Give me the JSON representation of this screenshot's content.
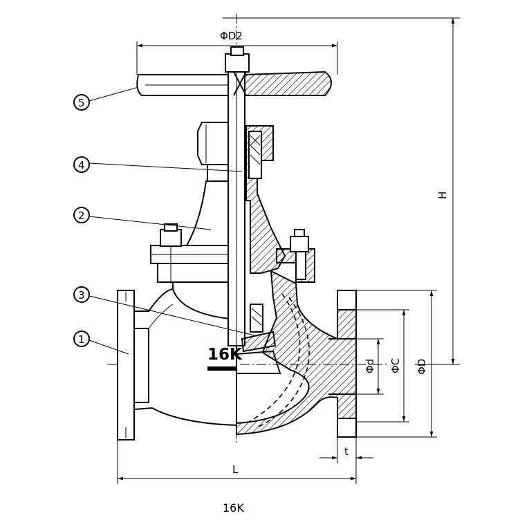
{
  "drawing": {
    "dimensions": {
      "handwheel_diameter": "ΦD2",
      "height": "H",
      "port_diameter": "Φd",
      "bolt_circle": "ΦC",
      "flange_diameter": "ΦD",
      "flange_thickness": "t",
      "length": "L"
    },
    "body_mark": "16K",
    "balloons": [
      {
        "id": "1"
      },
      {
        "id": "2"
      },
      {
        "id": "3"
      },
      {
        "id": "4"
      },
      {
        "id": "5"
      }
    ],
    "caption": "16K"
  }
}
